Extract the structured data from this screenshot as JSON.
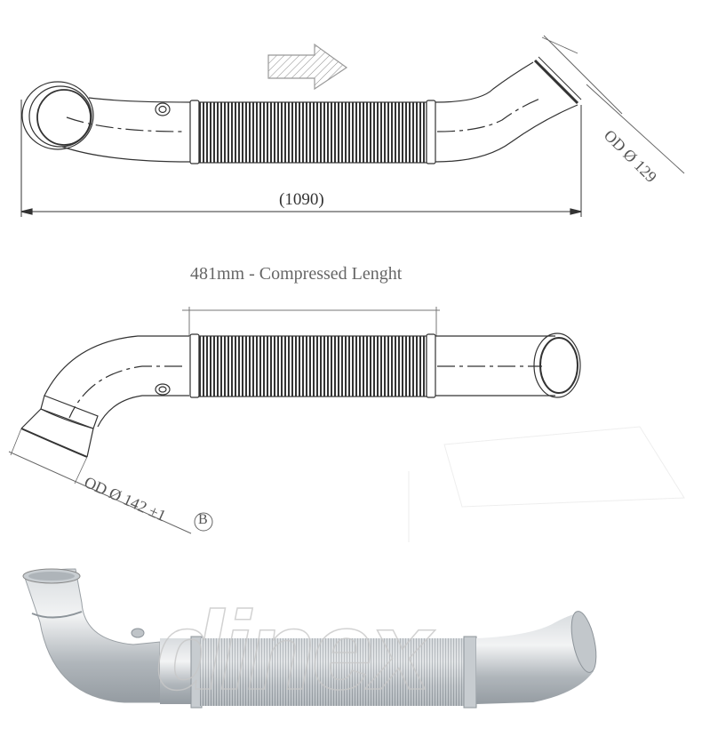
{
  "drawing_top": {
    "overall_length": "(1090)",
    "outlet_diameter": "OD Ø 129",
    "flow_arrow": "flow-direction-arrow"
  },
  "drawing_middle": {
    "bellows_length": "481mm - Compressed Lenght",
    "inlet_diameter": "OD Ø 142 ±1",
    "inlet_note": "B"
  },
  "photo": {
    "watermark": "dinex",
    "description": "Aluminized exhaust pipe with flexible bellows section"
  },
  "colors": {
    "line": "#333333",
    "dim_text": "#555555",
    "metal": "#b9bfc4"
  }
}
